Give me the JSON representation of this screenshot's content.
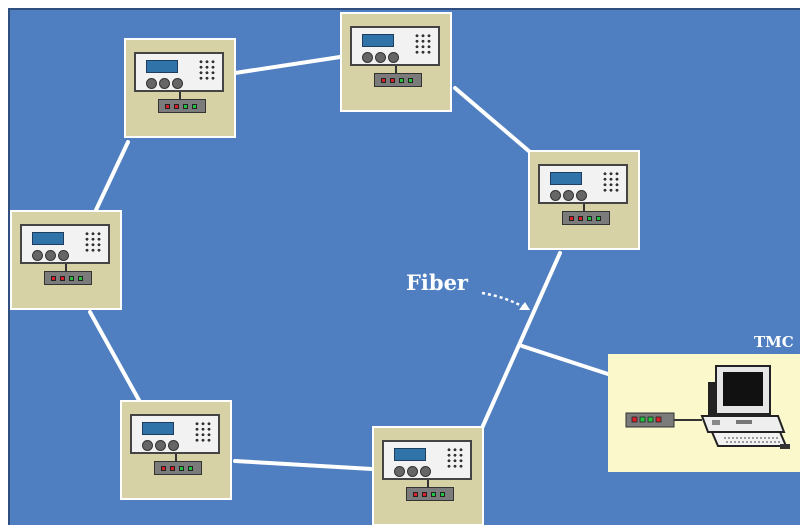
{
  "labels": {
    "fiber": "Fiber",
    "tmc": "TMC"
  },
  "colors": {
    "background": "#4f7fc0",
    "node_fill": "#d6d2a5",
    "tmc_fill": "#fbf9cc",
    "link": "#ffffff",
    "led_red": "#d8202a",
    "led_green": "#23c23f"
  },
  "network": {
    "topology": "ring",
    "field_device_count": 6,
    "field_device_led_pattern": [
      "red",
      "red",
      "green",
      "green"
    ],
    "tmc_workstation": "computer-icon",
    "tmc_led_pattern": [
      "red",
      "green",
      "green",
      "red"
    ]
  }
}
